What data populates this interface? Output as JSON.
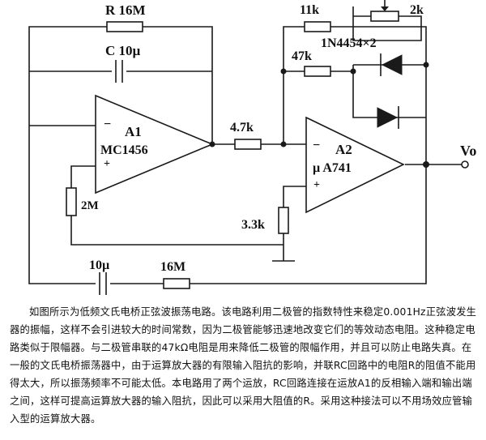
{
  "circuit": {
    "r_feedback_label": "R 16M",
    "c_feedback_label": "C 10µ",
    "a1_label": "A1",
    "a1_part": "MC1456",
    "a1_minus": "−",
    "a1_plus": "+",
    "r_series_label": "4.7k",
    "a2_label": "A2",
    "a2_part": "µ A741",
    "a2_minus": "−",
    "a2_plus": "+",
    "r_11k_label": "11k",
    "r_2k_label": "2k",
    "r_47k_label": "47k",
    "diode_label": "1N4454×2",
    "r_2m_label": "2M",
    "r_33k_label": "3.3k",
    "c_bottom_label": "10µ",
    "r_bottom_label": "16M",
    "output_label": "Vo"
  },
  "caption": "如图所示为低频文氏电桥正弦波振荡电路。该电路利用二极管的指数特性来稳定0.001Hz正弦波发生器的振幅，这样不会引进较大的时间常数，因为二极管能够迅速地改变它们的等效动态电阻。这种稳定电路类似于限幅器。与二极管串联的47kΩ电阻是用来降低二极管的限幅作用，并且可以防止电路失真。在一般的文氏电桥振荡器中，由于运算放大器的有限输入阻抗的影响，并联RC回路中的电阻R的阻值不能用得太大，所以振荡频率不可能太低。本电路用了两个运放，RC回路连接在运放A1的反相输入端和输出端之间，这样可提高运算放大器的输入阻抗，因此可以采用大阻值的R。采用这种接法可以不用场效应管输入型的运算放大器。"
}
